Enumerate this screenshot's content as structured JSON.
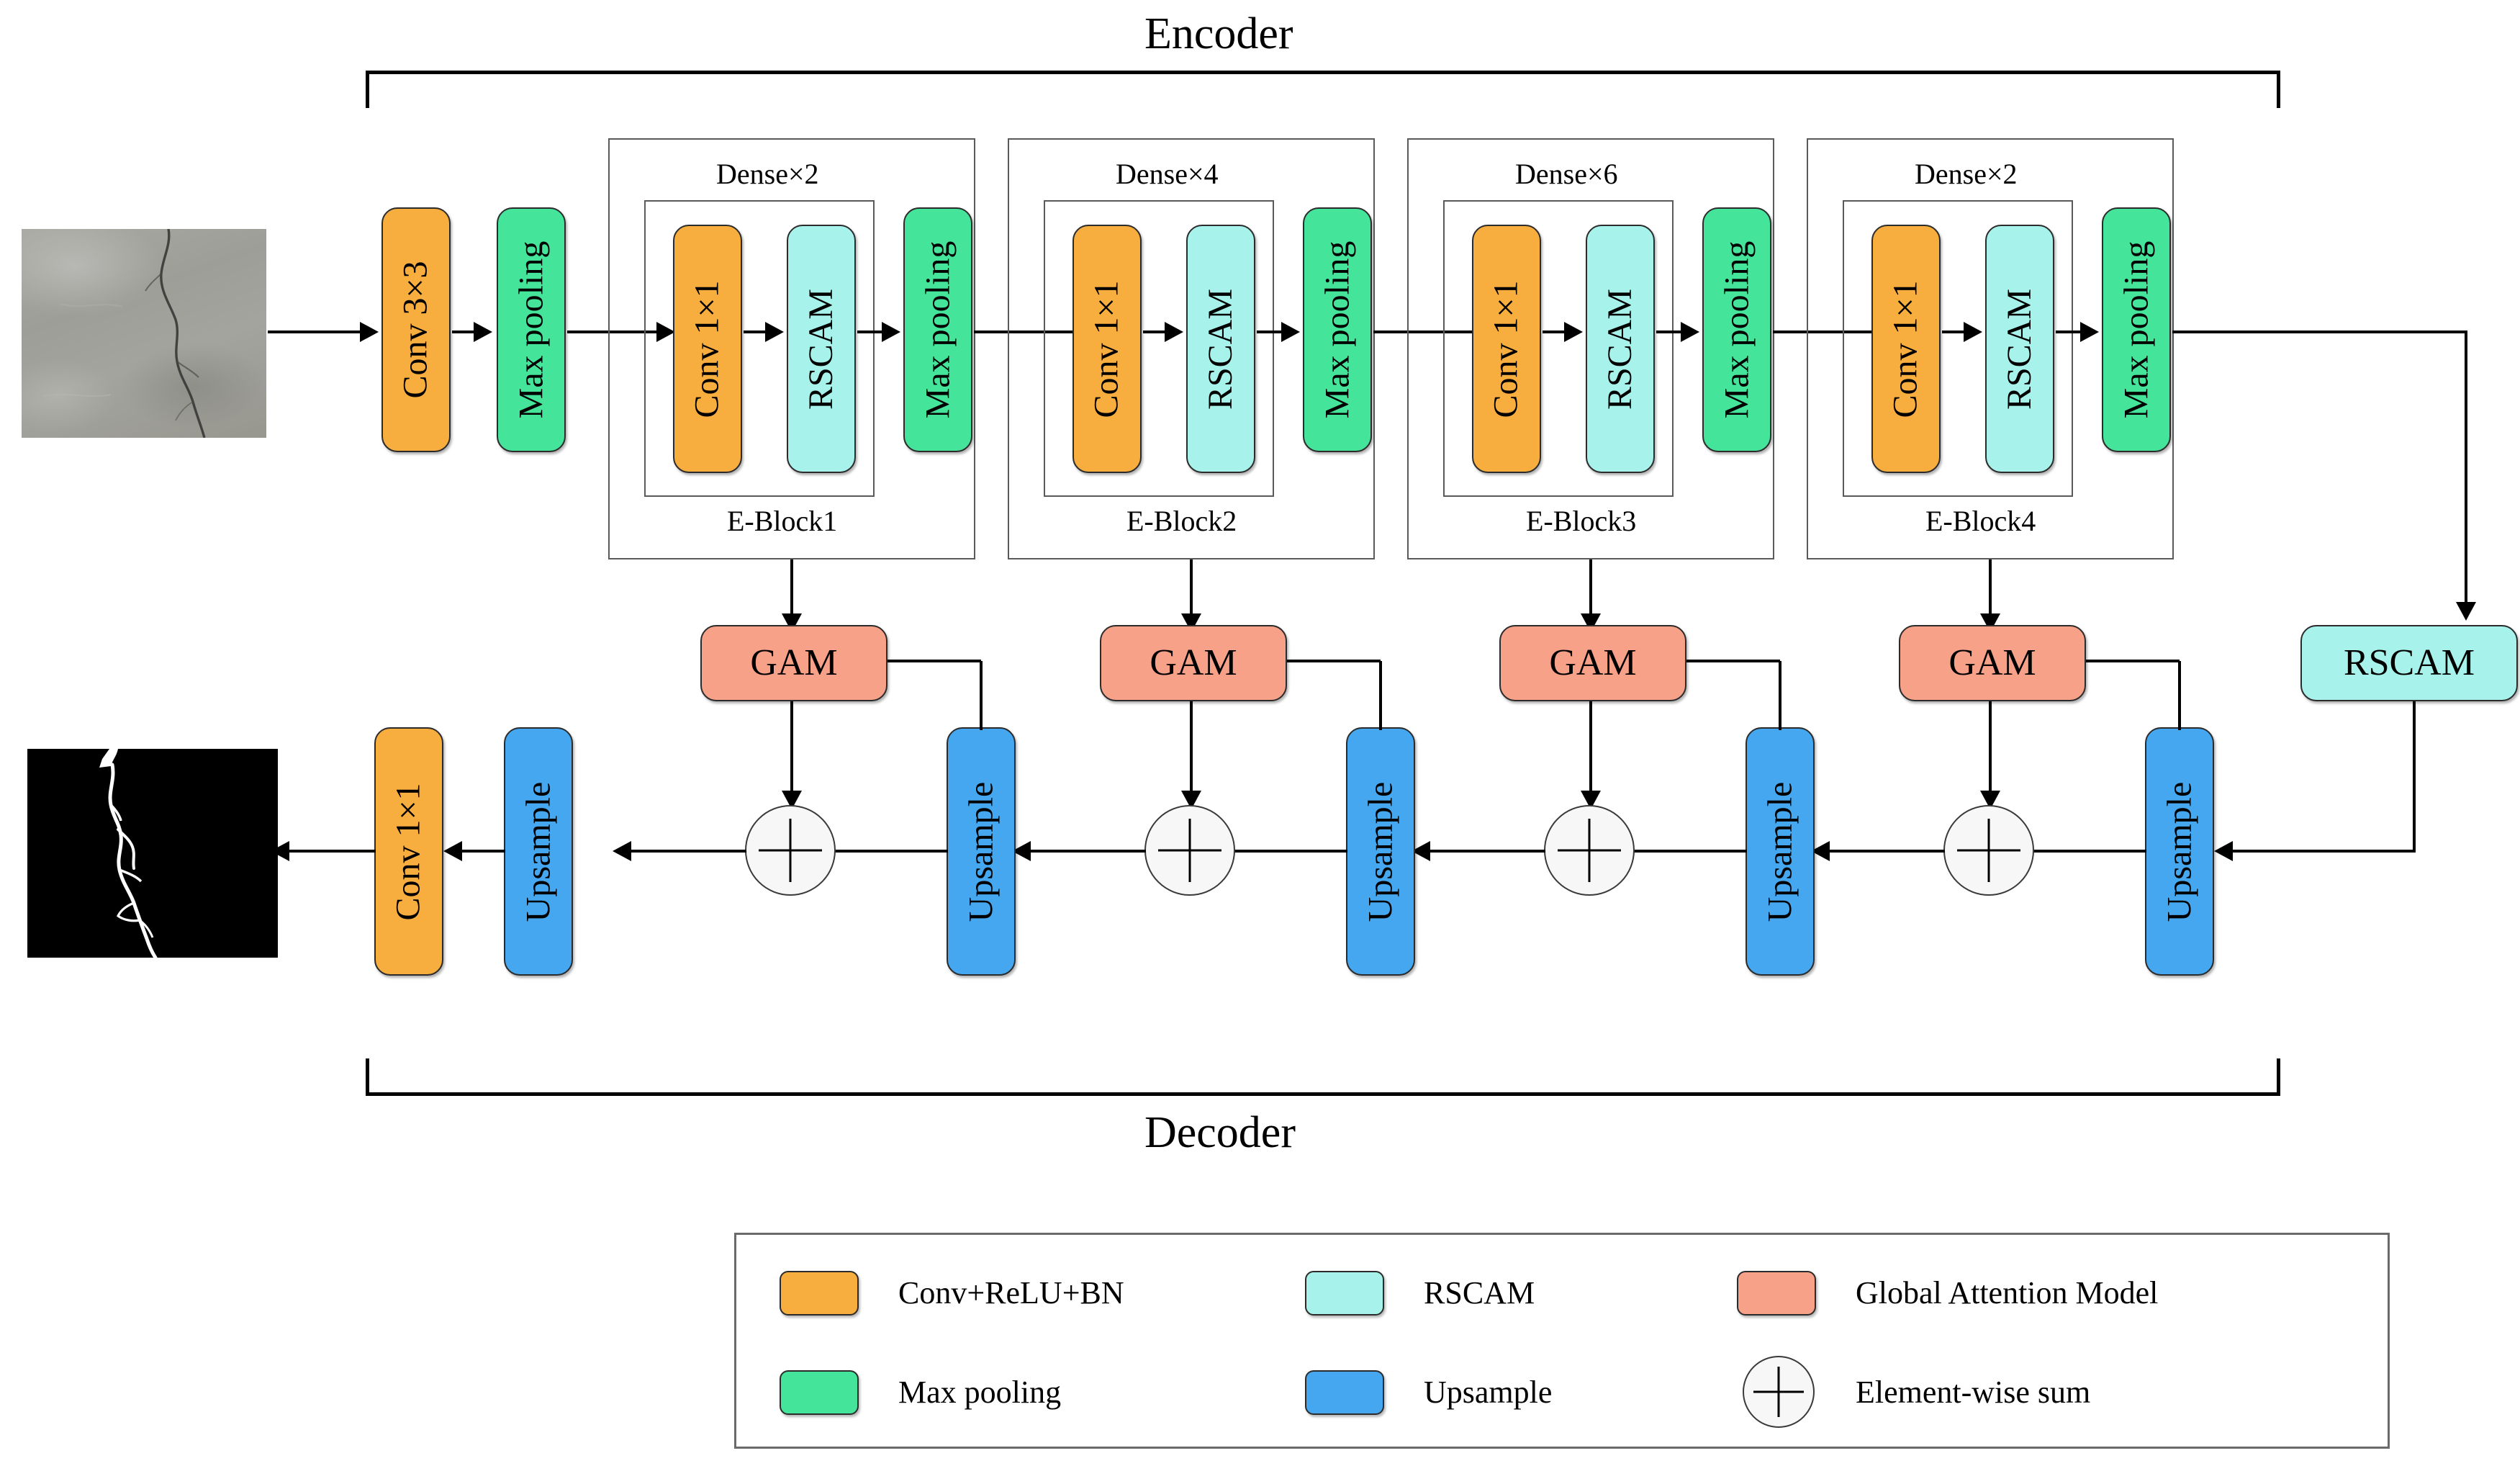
{
  "figure": {
    "encoder_label": "Encoder",
    "decoder_label": "Decoder"
  },
  "input_image": {
    "name": "input-crack-photo",
    "alt": "grayscale concrete surface with crack"
  },
  "output_image": {
    "name": "output-crack-mask",
    "alt": "binary segmentation mask of crack"
  },
  "stem": {
    "conv": "Conv 3×3",
    "pool": "Max pooling"
  },
  "eblocks": [
    {
      "name": "E-Block1",
      "dense": "Dense×2",
      "conv": "Conv 1×1",
      "rscam": "RSCAM",
      "pool": "Max pooling"
    },
    {
      "name": "E-Block2",
      "dense": "Dense×4",
      "conv": "Conv 1×1",
      "rscam": "RSCAM",
      "pool": "Max pooling"
    },
    {
      "name": "E-Block3",
      "dense": "Dense×6",
      "conv": "Conv 1×1",
      "rscam": "RSCAM",
      "pool": "Max pooling"
    },
    {
      "name": "E-Block4",
      "dense": "Dense×2",
      "conv": "Conv 1×1",
      "rscam": "RSCAM",
      "pool": "Max pooling"
    }
  ],
  "bottleneck": {
    "rscam": "RSCAM"
  },
  "decoder": {
    "gam": [
      "GAM",
      "GAM",
      "GAM",
      "GAM"
    ],
    "upsample": [
      "Upsample",
      "Upsample",
      "Upsample",
      "Upsample",
      "Upsample"
    ],
    "final_conv": "Conv 1×1",
    "sum_symbol": "+"
  },
  "legend": {
    "items": [
      {
        "label": "Conv+ReLU+BN",
        "color": "#f8ad3f",
        "shape": "pill"
      },
      {
        "label": "RSCAM",
        "color": "#a7f3ec",
        "shape": "pill"
      },
      {
        "label": "Global Attention Model",
        "color": "#f8a189",
        "shape": "pill"
      },
      {
        "label": "Max pooling",
        "color": "#45e49b",
        "shape": "pill"
      },
      {
        "label": "Upsample",
        "color": "#45a7ef",
        "shape": "pill"
      },
      {
        "label": "Element-wise sum",
        "color": "#f7f7f7",
        "shape": "circle-plus"
      }
    ]
  },
  "colors": {
    "conv_relu_bn": "#f8ad3f",
    "max_pooling": "#45e49b",
    "rscam": "#a7f3ec",
    "gam": "#f8a189",
    "upsample": "#45a7ef",
    "sum": "#f7f7f7",
    "stroke": "#2b2b2b"
  }
}
